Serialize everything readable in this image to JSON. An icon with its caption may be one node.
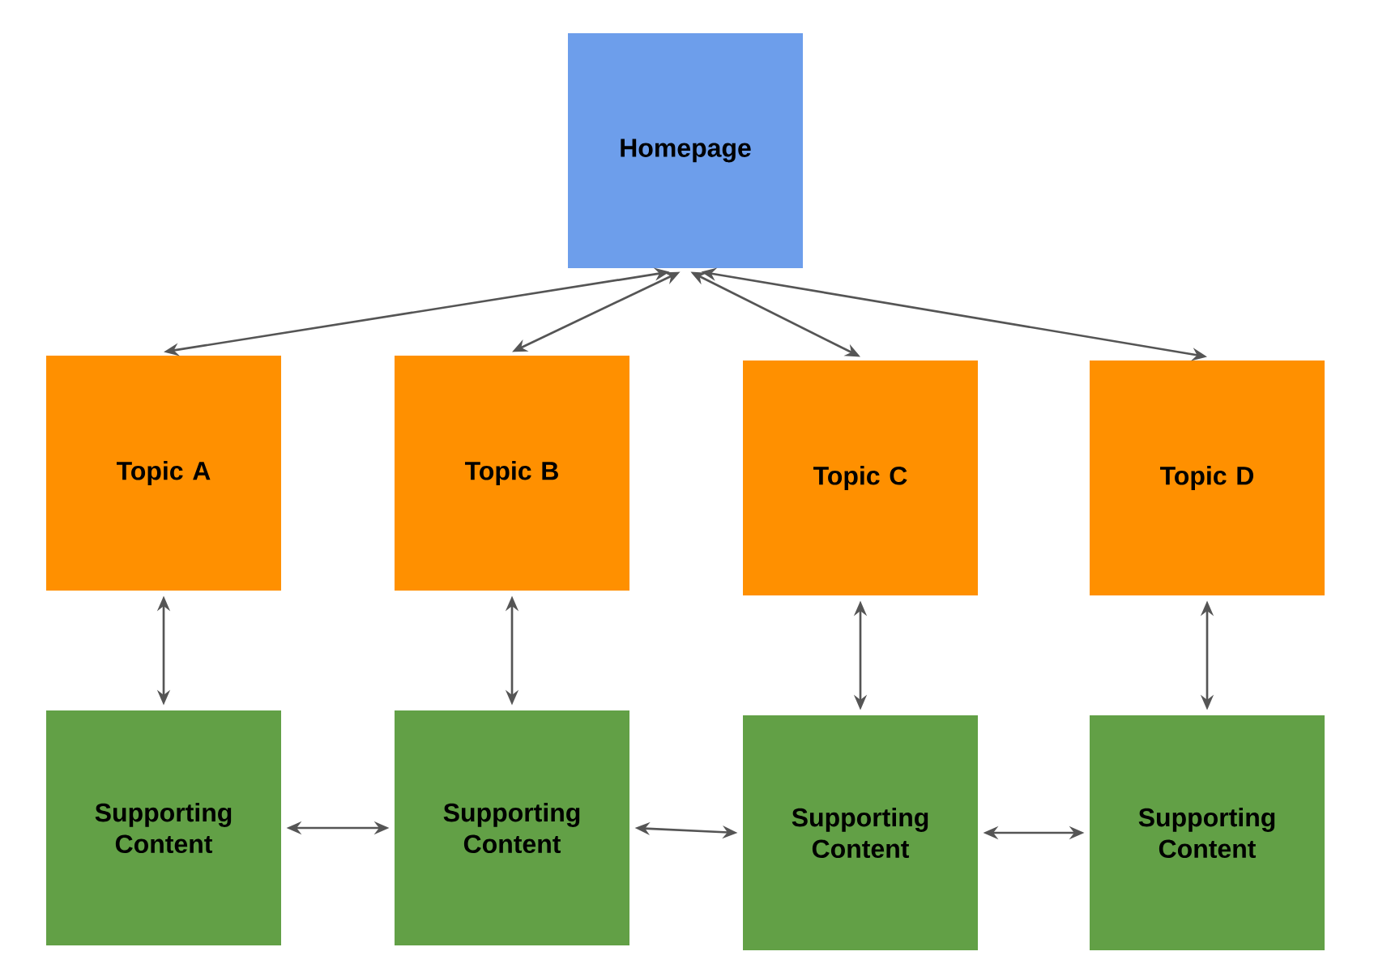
{
  "diagram": {
    "nodes": [
      {
        "text": [
          "Homepage"
        ]
      },
      {
        "text": [
          "Topic A"
        ]
      },
      {
        "text": [
          "Topic B"
        ]
      },
      {
        "text": [
          "Topic C"
        ]
      },
      {
        "text": [
          "Topic D"
        ]
      },
      {
        "text": [
          "Supporting Content"
        ]
      },
      {
        "text": [
          "Supporting Content"
        ]
      },
      {
        "text": [
          "Supporting Content"
        ]
      },
      {
        "text": [
          "Supporting Content"
        ]
      }
    ],
    "edges": [
      {
        "from": 0,
        "to": 1,
        "arrow": "both"
      },
      {
        "from": 0,
        "to": 2,
        "arrow": "both"
      },
      {
        "from": 0,
        "to": 3,
        "arrow": "both"
      },
      {
        "from": 0,
        "to": 4,
        "arrow": "both"
      },
      {
        "from": 1,
        "to": 5,
        "arrow": "both"
      },
      {
        "from": 2,
        "to": 6,
        "arrow": "both"
      },
      {
        "from": 3,
        "to": 7,
        "arrow": "both"
      },
      {
        "from": 4,
        "to": 8,
        "arrow": "both"
      },
      {
        "from": 5,
        "to": 6,
        "arrow": "both"
      },
      {
        "from": 6,
        "to": 7,
        "arrow": "both"
      },
      {
        "from": 7,
        "to": 8,
        "arrow": "both"
      }
    ]
  }
}
